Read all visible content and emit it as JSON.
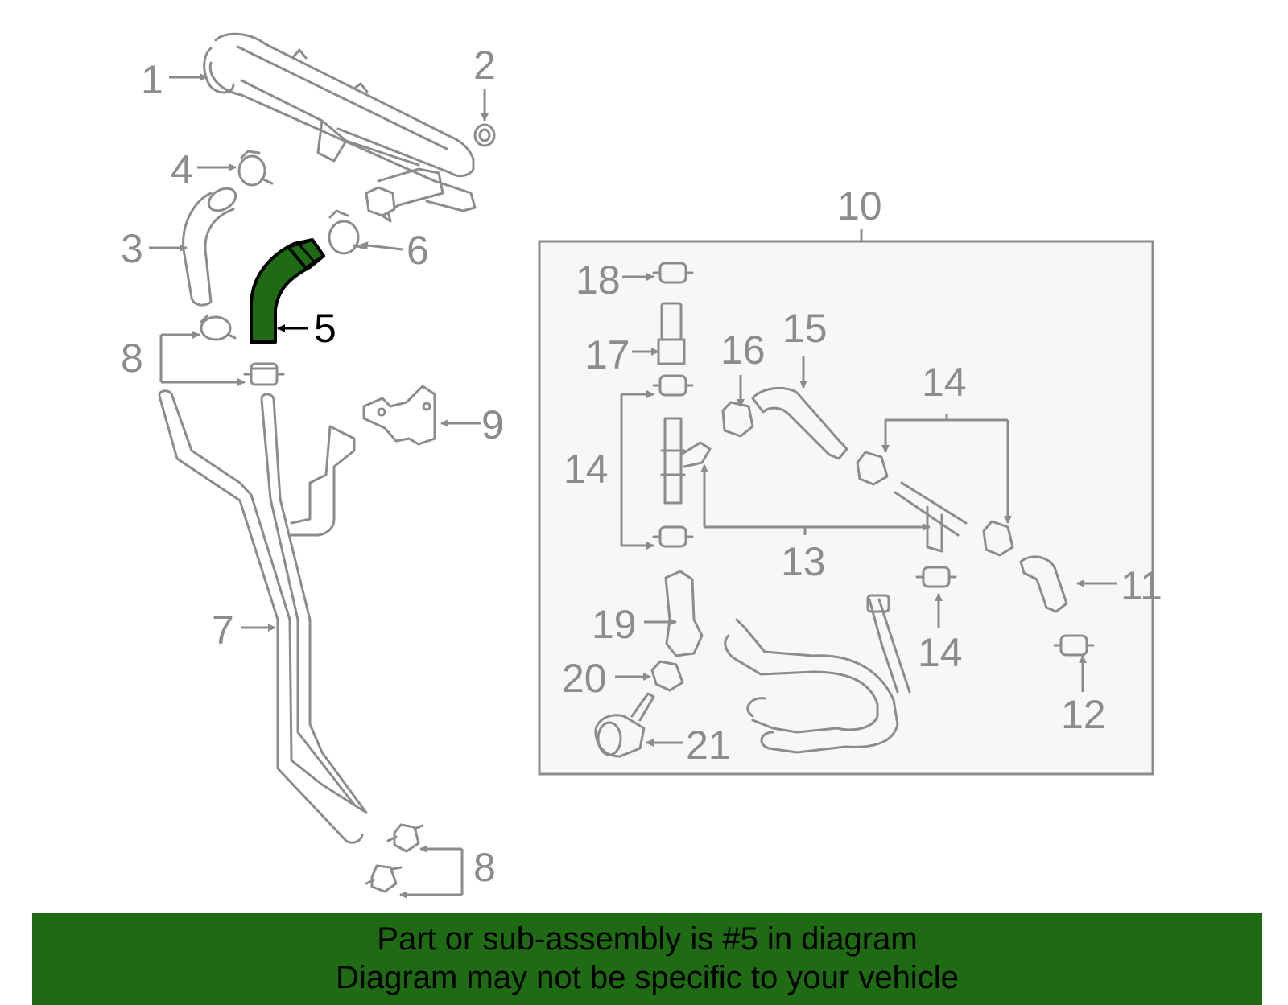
{
  "callouts": {
    "c1": "1",
    "c2": "2",
    "c3": "3",
    "c4": "4",
    "c5": "5",
    "c6": "6",
    "c7": "7",
    "c8a": "8",
    "c8b": "8",
    "c9": "9",
    "c10": "10",
    "c11": "11",
    "c12": "12",
    "c13": "13",
    "c14a": "14",
    "c14b": "14",
    "c14c": "14",
    "c15": "15",
    "c16": "16",
    "c17": "17",
    "c18": "18",
    "c19": "19",
    "c20": "20",
    "c21": "21"
  },
  "banner": {
    "line1": "Part or sub-assembly is #5 in diagram",
    "line2": "Diagram may not be specific to your vehicle"
  },
  "colors": {
    "highlight": "#1e6b14",
    "line_art": "#8c8c8c",
    "inset_background": "#f7f7f7"
  }
}
